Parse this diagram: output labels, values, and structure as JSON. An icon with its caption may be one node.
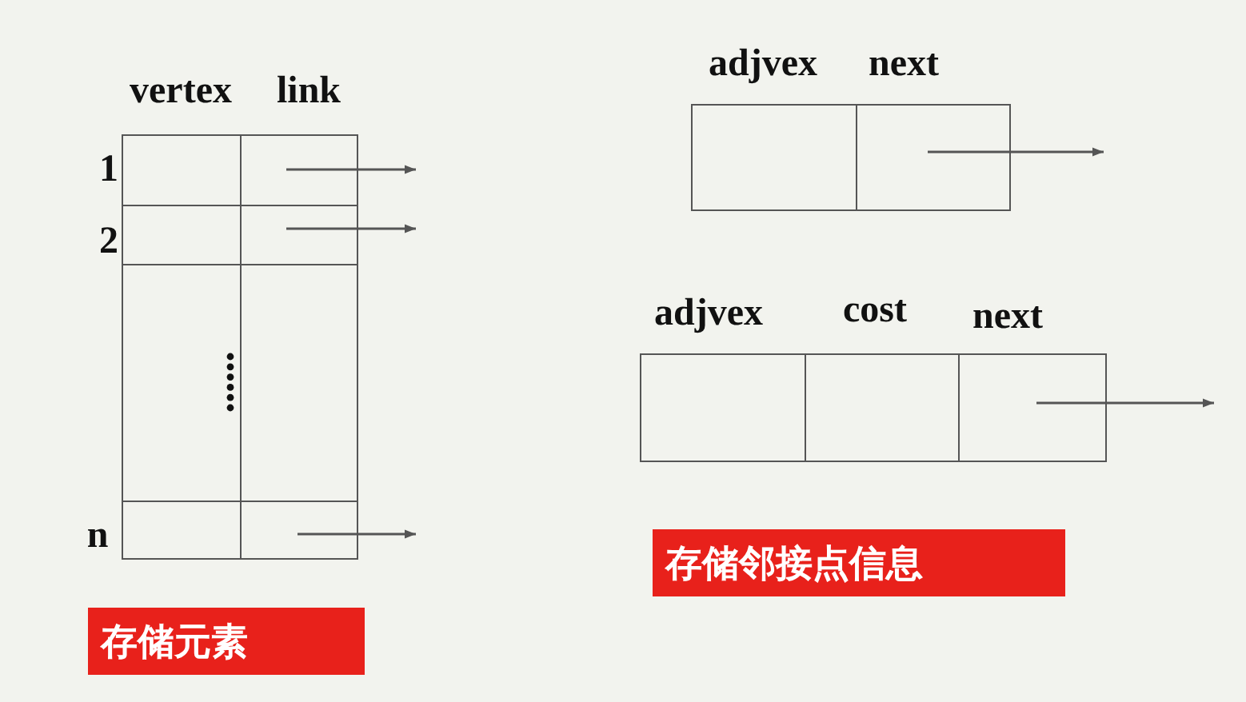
{
  "diagram": {
    "nodes": [
      {
        "text": [],
        "shape": "box"
      },
      {
        "text": [],
        "shape": "box"
      },
      {
        "text": [],
        "shape": "box"
      },
      {
        "text": [],
        "shape": "box"
      },
      {
        "text": [],
        "shape": "box"
      },
      {
        "text": [],
        "shape": "box"
      },
      {
        "text": [],
        "shape": "box"
      },
      {
        "text": [],
        "shape": "box"
      },
      {
        "text": [],
        "shape": "box"
      },
      {
        "text": [],
        "shape": "box"
      },
      {
        "text": [],
        "shape": "box"
      },
      {
        "text": [],
        "shape": "box"
      },
      {
        "text": [],
        "shape": "box"
      },
      {
        "text": [
          "存储元素"
        ]
      },
      {
        "text": [
          "存储邻接点信息"
        ]
      }
    ],
    "edges": [
      {
        "from": 1,
        "to": null,
        "arrow": "to"
      },
      {
        "from": 3,
        "to": null,
        "arrow": "to"
      },
      {
        "from": 7,
        "to": null,
        "arrow": "to"
      },
      {
        "from": 9,
        "to": null,
        "arrow": "to"
      },
      {
        "from": 12,
        "to": null,
        "arrow": "to"
      }
    ],
    "labels": [
      "adjvex",
      "next",
      "vertex",
      "link",
      "1",
      "2",
      "adjvex",
      "cost",
      "next",
      "n"
    ]
  }
}
